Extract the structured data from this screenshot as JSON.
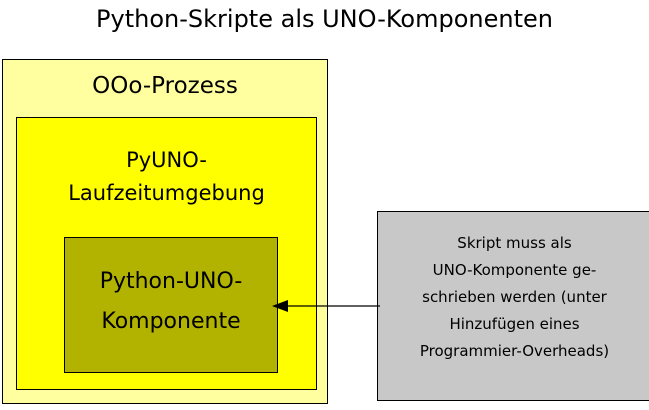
{
  "title": "Python-Skripte als UNO-Komponenten",
  "colors": {
    "background": "#ffffff",
    "process_fill": "#ffffa0",
    "runtime_fill": "#ffff00",
    "component_fill": "#b2b200",
    "note_fill": "#c8c8c8",
    "stroke": "#000000",
    "text": "#000000"
  },
  "boxes": {
    "process": {
      "label": "OOo-Prozess"
    },
    "runtime": {
      "label_lines": [
        "PyUNO-",
        "Laufzeitumgebung"
      ]
    },
    "component": {
      "label_lines": [
        "Python-UNO-",
        "Komponente"
      ]
    },
    "note": {
      "label_lines": [
        "Skript muss als",
        "UNO-Komponente ge-",
        "schrieben werden (unter",
        "Hinzufügen eines",
        "Programmier-Overheads)"
      ]
    }
  },
  "connector": {
    "name": "note-to-component-arrow",
    "direction": "left",
    "from": "note",
    "to": "component"
  }
}
